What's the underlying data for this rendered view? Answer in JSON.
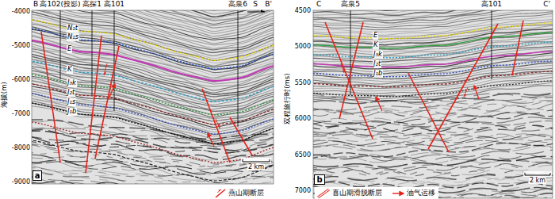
{
  "diagram": {
    "labels": [
      "B",
      "高102(投影)",
      "高探1",
      "高101",
      "高泉6",
      "B'",
      "S",
      "海拔(m)",
      "-4000",
      "-5000",
      "-6000",
      "-7000",
      "-8000",
      "-9000",
      "N₁t",
      "N₁s",
      "E",
      "K",
      "J₃k",
      "J₂t",
      "J₁s",
      "J₁b",
      "2 km",
      "a",
      "C",
      "高泉5",
      "高101",
      "C'",
      "双程旅行时(ms)",
      "4500",
      "5000",
      "5500",
      "6000",
      "6500",
      "7000",
      "E",
      "K",
      "J₃k",
      "J₂t",
      "J₁b",
      "2 km",
      "b"
    ],
    "legend": [
      {
        "text": "燕山期断层"
      },
      {
        "text": "喜山期滑脱断层"
      },
      {
        "text": "油气运移"
      }
    ]
  }
}
